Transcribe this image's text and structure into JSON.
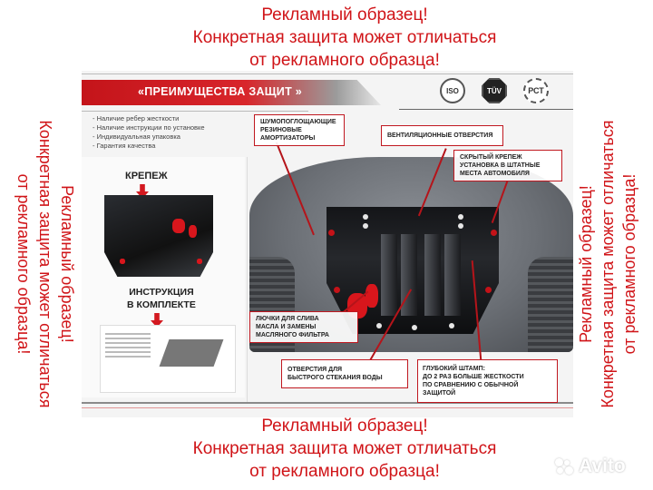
{
  "disclaimer": {
    "line1": "Рекламный образец!",
    "line2": "Конкретная защита может отличаться",
    "line3": "от рекламного образца!",
    "color": "#d01418"
  },
  "banner": {
    "title": "«ПРЕИМУЩЕСТВА ЗАЩИТ »",
    "color": "#c4141a"
  },
  "certificates": [
    {
      "icon": "iso-certificate-icon",
      "label": "ISO"
    },
    {
      "icon": "tuv-certificate-icon",
      "label": "TÜV"
    },
    {
      "icon": "rst-certificate-icon",
      "label": "РСТ"
    }
  ],
  "features": [
    "Наличие ребер жесткости",
    "Наличие инструкции по установке",
    "Индивидуальная упаковка",
    "Гарантия качества"
  ],
  "left_panel": {
    "fastener_label": "КРЕПЕЖ",
    "instruction_label_line1": "ИНСТРУКЦИЯ",
    "instruction_label_line2": "В КОМПЛЕКТЕ"
  },
  "callouts": {
    "dampers": "ШУМОПОГЛОЩАЮЩИЕ РЕЗИНОВЫЕ АМОРТИЗАТОРЫ",
    "ventilation": "ВЕНТИЛЯЦИОННЫЕ ОТВЕРСТИЯ",
    "hidden_fastener_line1": "СКРЫТЫЙ КРЕПЕЖ",
    "hidden_fastener_line2": "УСТАНОВКА В ШТАТНЫЕ",
    "hidden_fastener_line3": "МЕСТА АВТОМОБИЛЯ",
    "oil_hatch_line1": "ЛЮЧКИ ДЛЯ СЛИВА",
    "oil_hatch_line2": "МАСЛА И ЗАМЕНЫ",
    "oil_hatch_line3": "МАСЛЯНОГО ФИЛЬТРА",
    "drain_line1": "ОТВЕРСТИЯ ДЛЯ",
    "drain_line2": "БЫСТРОГО СТЕКАНИЯ ВОДЫ",
    "stamp_line1": "ГЛУБОКИЙ ШТАМП:",
    "stamp_line2": "ДО 2 РАЗ БОЛЬШЕ ЖЕСТКОСТИ",
    "stamp_line3": "ПО СРАВНЕНИЮ С ОБЫЧНОЙ ЗАЩИТОЙ"
  },
  "watermark": {
    "brand": "Avito"
  }
}
